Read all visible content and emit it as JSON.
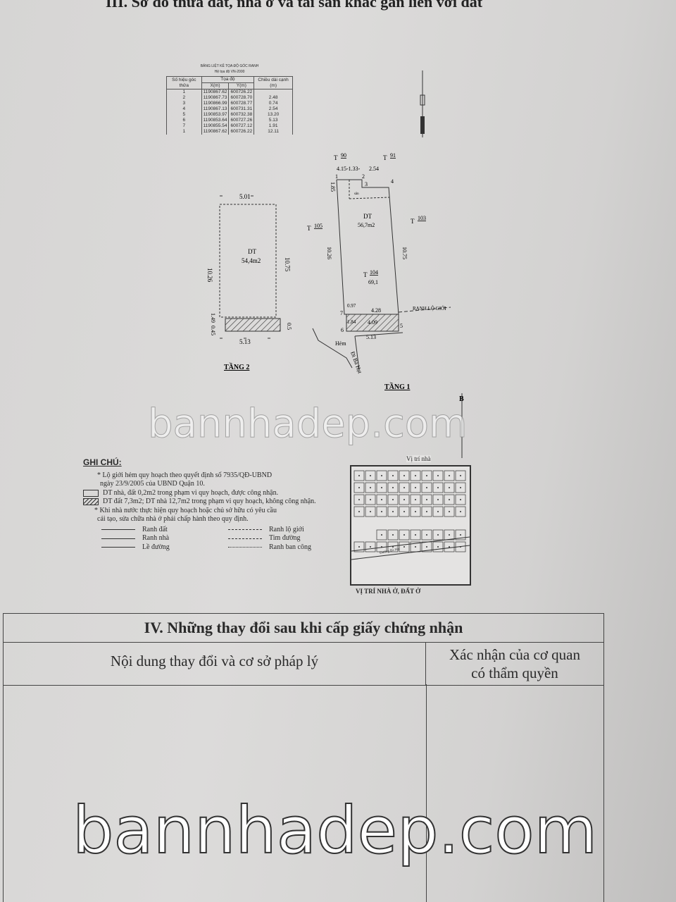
{
  "title": "III. Sơ đồ thửa đất, nhà ở và tài sản khác gắn liền với đất",
  "coord_table": {
    "caption": "BẢNG LIỆT KÊ TỌA ĐỘ GÓC RANH",
    "subcaption": "Hệ tọa độ VN-2000",
    "headers": {
      "point": "Số hiệu góc thửa",
      "coord": "Tọa độ",
      "x": "X(m)",
      "y": "Y(m)",
      "length": "Chiều dài cạnh (m)"
    },
    "rows": [
      {
        "p": "1",
        "x": "1190867.62",
        "y": "600726.22",
        "l": ""
      },
      {
        "p": "2",
        "x": "1190867.73",
        "y": "600728.70",
        "l": "2.48"
      },
      {
        "p": "3",
        "x": "1190866.99",
        "y": "600728.77",
        "l": "0.74"
      },
      {
        "p": "4",
        "x": "1190867.13",
        "y": "600731.31",
        "l": "2.54"
      },
      {
        "p": "5",
        "x": "1190853.97",
        "y": "600732.38",
        "l": "13.20"
      },
      {
        "p": "6",
        "x": "1190853.64",
        "y": "600727.26",
        "l": "5.13"
      },
      {
        "p": "7",
        "x": "1190855.54",
        "y": "600727.12",
        "l": "1.91"
      },
      {
        "p": "1",
        "x": "1190867.62",
        "y": "600726.22",
        "l": "12.11"
      }
    ]
  },
  "floor2": {
    "label": "TẦNG 2",
    "top": "5.01",
    "bottom": "5.13",
    "left": "10.26",
    "right": "10.75",
    "dt": "DT",
    "area": "54,4m2",
    "sl": "1.49",
    "sl2": "0.45",
    "sr": "0.5"
  },
  "floor1": {
    "label": "TẦNG 1",
    "t90": "90",
    "t91": "91",
    "t105": "105",
    "t103": "103",
    "t104": "104",
    "t104b": "69,1",
    "T": "T",
    "top": "4.15-1.33-",
    "top2": "2.54",
    "left": "10.26",
    "right": "10.75",
    "dt": "DT",
    "area": "56,7m2",
    "d428": "4.28",
    "d409": "4.09",
    "d513": "5.13",
    "d097": "0.97",
    "d184": "1.84",
    "d185": "1.85",
    "ranh": "RANH LỘ GIỚI",
    "hem": "Hẻm",
    "street": "Đi Bà Hạt",
    "p1": "1",
    "p2": "2",
    "p3": "3",
    "p4": "4",
    "p5": "5",
    "p6": "6",
    "p7": "7",
    "san": "sân"
  },
  "north": "B",
  "notes": {
    "heading": "GHI CHÚ:",
    "n1": "* Lộ giới hẻm quy hoạch theo quyết định số 7935/QĐ-UBND",
    "n1b": "ngày 23/9/2005 của UBND Quận 10.",
    "n2": "DT nhà, đất 0,2m2 trong phạm vi quy hoạch, được công nhận.",
    "n3": "DT đất 7,3m2; DT nhà 12,7m2 trong phạm vi quy hoạch, không công nhận.",
    "n4": "* Khi nhà nước thực hiện quy hoạch hoặc chủ sở hữu có yêu cầu",
    "n4b": "cải tạo, sửa chữa nhà ở phải chấp hành theo quy định.",
    "legend": [
      "Ranh đất",
      "Ranh lộ giới",
      "Ranh nhà",
      "Tim đường",
      "Lề đường",
      "Ranh ban công"
    ]
  },
  "map": {
    "label": "Vị trí nhà",
    "street": "Đường Bà Hạt",
    "caption": "VỊ TRÍ NHÀ Ở, ĐẤT Ở"
  },
  "section4": {
    "heading": "IV. Những thay đổi sau khi cấp giấy chứng nhận",
    "col1": "Nội dung thay đổi và cơ sở pháp lý",
    "col2a": "Xác nhận của cơ quan",
    "col2b": "có thẩm quyền"
  },
  "watermark": "bannhadep.com"
}
